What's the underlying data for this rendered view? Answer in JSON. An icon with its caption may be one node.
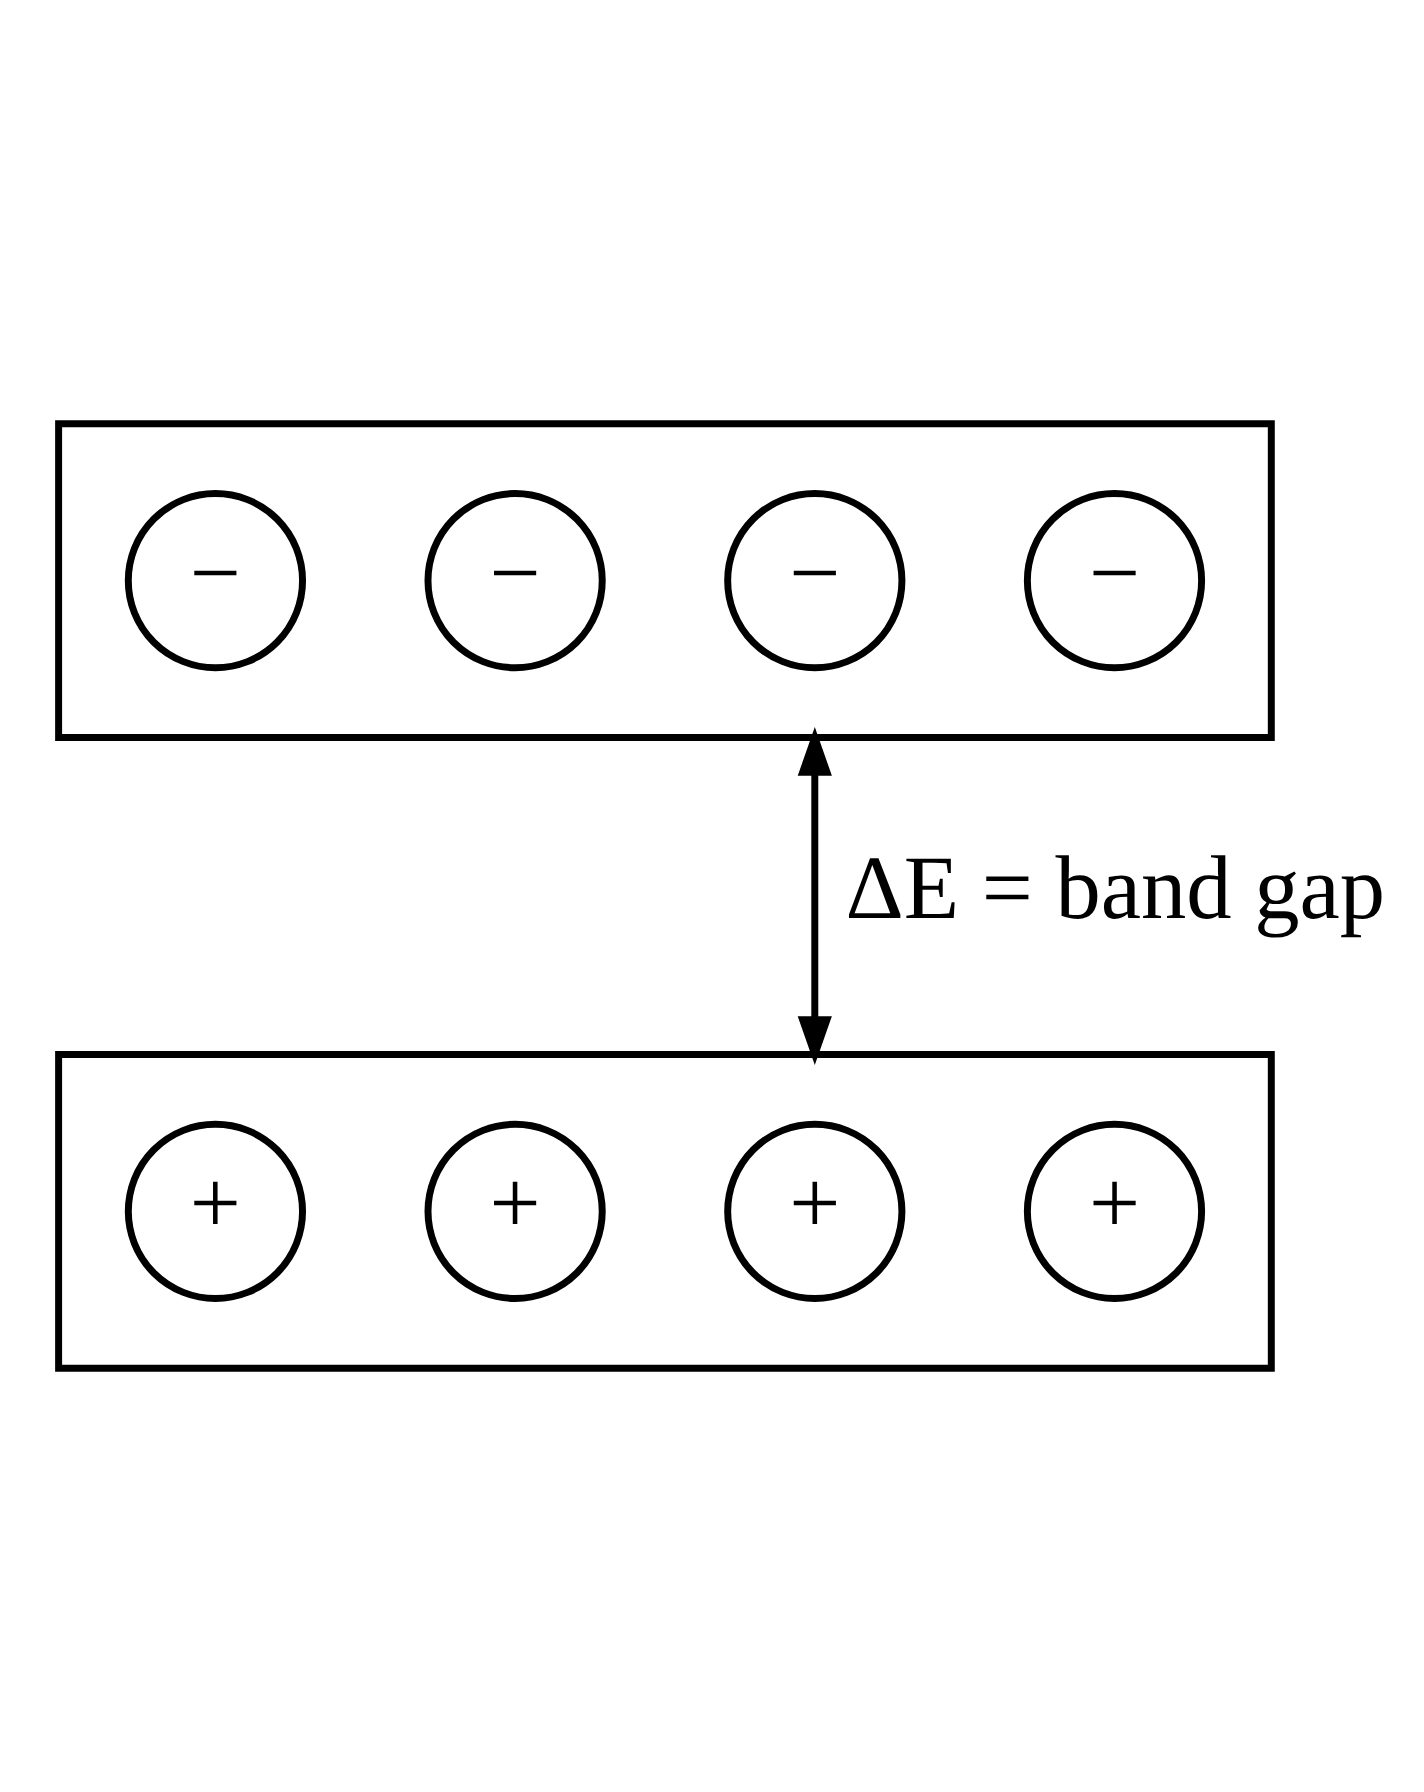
{
  "diagram": {
    "nodes": [
      {
        "text": [],
        "shape": "box"
      },
      {
        "text": [
          "−"
        ],
        "in": 0
      },
      {
        "text": [
          "−"
        ],
        "in": 0
      },
      {
        "text": [
          "−"
        ],
        "in": 0
      },
      {
        "text": [
          "−"
        ],
        "in": 0
      },
      {
        "text": [],
        "shape": "box"
      },
      {
        "text": [
          "+"
        ],
        "in": 5
      },
      {
        "text": [
          "+"
        ],
        "in": 5
      },
      {
        "text": [
          "+"
        ],
        "in": 5
      },
      {
        "text": [
          "+"
        ],
        "in": 5
      }
    ],
    "edges": [
      {
        "from": 0,
        "to": 5,
        "arrow": "both",
        "label": "ΔE = band gap"
      }
    ]
  }
}
